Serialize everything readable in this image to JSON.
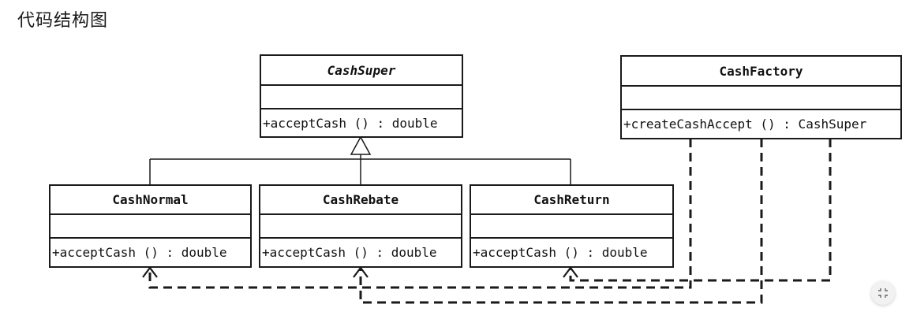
{
  "page": {
    "title": "代码结构图"
  },
  "classes": {
    "cash_super": {
      "name": "CashSuper",
      "method": "+acceptCash () : double"
    },
    "cash_factory": {
      "name": "CashFactory",
      "method": "+createCashAccept () : CashSuper"
    },
    "cash_normal": {
      "name": "CashNormal",
      "method": "+acceptCash () : double"
    },
    "cash_rebate": {
      "name": "CashRebate",
      "method": "+acceptCash () : double"
    },
    "cash_return": {
      "name": "CashReturn",
      "method": "+acceptCash () : double"
    }
  },
  "relationships": [
    {
      "type": "generalization",
      "from": "CashNormal",
      "to": "CashSuper"
    },
    {
      "type": "generalization",
      "from": "CashRebate",
      "to": "CashSuper"
    },
    {
      "type": "generalization",
      "from": "CashReturn",
      "to": "CashSuper"
    },
    {
      "type": "dependency",
      "from": "CashFactory",
      "to": "CashNormal"
    },
    {
      "type": "dependency",
      "from": "CashFactory",
      "to": "CashRebate"
    },
    {
      "type": "dependency",
      "from": "CashFactory",
      "to": "CashReturn"
    }
  ],
  "colors": {
    "line": "#1a1a1a",
    "background": "#ffffff"
  },
  "icons": {
    "expand_button": "fullscreen-icon"
  }
}
